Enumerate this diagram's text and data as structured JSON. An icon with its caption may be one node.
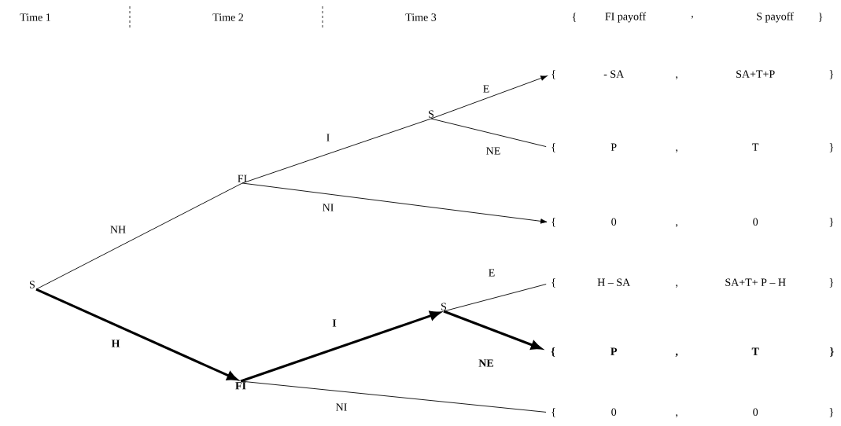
{
  "diagram": {
    "nodes": [
      {
        "text": [
          "S"
        ]
      },
      {
        "text": [
          "FI"
        ]
      },
      {
        "text": [
          "S"
        ]
      },
      {
        "text": [
          "FI"
        ]
      },
      {
        "text": [
          "S"
        ]
      },
      {
        "text": [
          "{",
          "- SA",
          ",",
          "SA+T+P",
          "}"
        ]
      },
      {
        "text": [
          "{",
          "P",
          ",",
          "T",
          "}"
        ]
      },
      {
        "text": [
          "{",
          "0",
          ",",
          "0",
          "}"
        ]
      },
      {
        "text": [
          "{",
          "H – SA",
          ",",
          "SA+T+ P – H",
          "}"
        ]
      },
      {
        "text": [
          "{",
          "P",
          ",",
          "T",
          "}"
        ]
      },
      {
        "text": [
          "{",
          "0",
          ",",
          "0",
          "}"
        ]
      }
    ],
    "edges": [
      {
        "from": 0,
        "to": 1,
        "arrow": "none",
        "label": "NH"
      },
      {
        "from": 0,
        "to": 3,
        "arrow": "to",
        "label": "H",
        "style": "thick"
      },
      {
        "from": 1,
        "to": 2,
        "arrow": "none",
        "label": "I"
      },
      {
        "from": 1,
        "to": 7,
        "arrow": "to",
        "label": "NI"
      },
      {
        "from": 2,
        "to": 5,
        "arrow": "to",
        "label": "E"
      },
      {
        "from": 2,
        "to": 6,
        "arrow": "none",
        "label": "NE"
      },
      {
        "from": 3,
        "to": 4,
        "arrow": "to",
        "label": "I",
        "style": "thick"
      },
      {
        "from": 3,
        "to": 10,
        "arrow": "none",
        "label": "NI"
      },
      {
        "from": 4,
        "to": 8,
        "arrow": "none",
        "label": "E"
      },
      {
        "from": 4,
        "to": 9,
        "arrow": "to",
        "label": "NE",
        "style": "thick"
      }
    ],
    "labels": [
      "Time 1",
      "Time 2",
      "Time 3",
      "{",
      "FI payoff",
      ",",
      "S payoff",
      "}"
    ]
  }
}
